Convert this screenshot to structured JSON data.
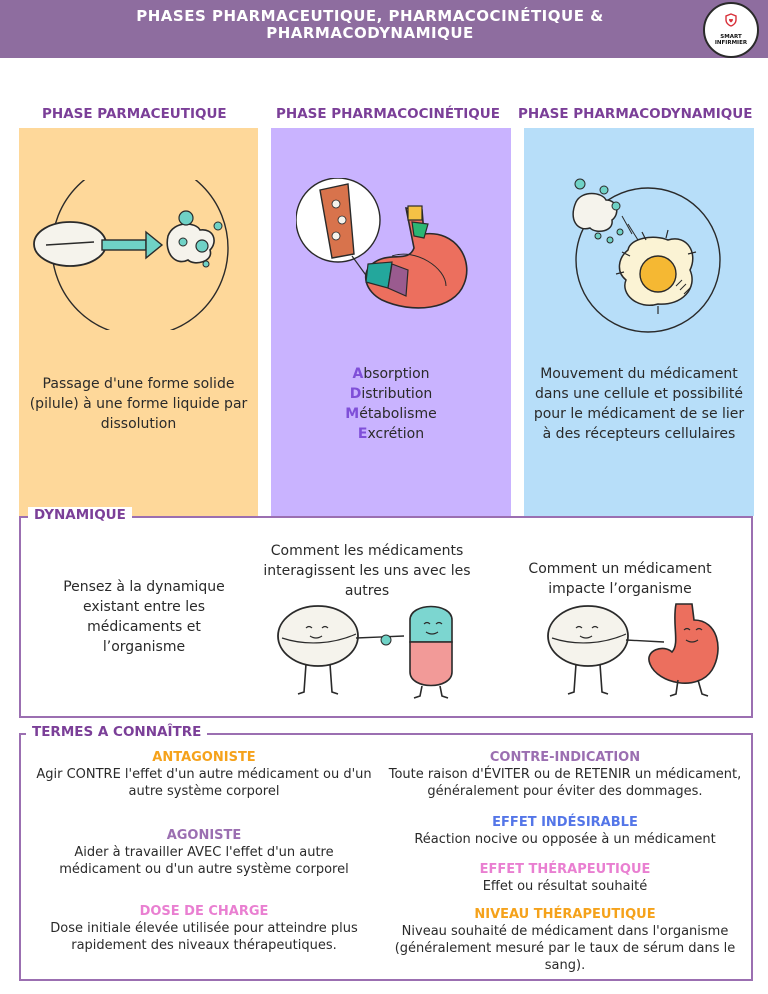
{
  "header": {
    "title": "Phases pharmaceutique, pharmacocinétique & pharmacodynamique",
    "logo_text": "SMART INFIRMIER"
  },
  "phases": [
    {
      "title": "PHASE PARMACEUTIQUE",
      "description": "Passage d'une forme solide (pilule) à une forme liquide par dissolution"
    },
    {
      "title": "PHASE PHARMACOCINÉTIQUE",
      "adme": [
        {
          "letter": "A",
          "rest": "bsorption"
        },
        {
          "letter": "D",
          "rest": "istribution"
        },
        {
          "letter": "M",
          "rest": "étabolisme"
        },
        {
          "letter": "E",
          "rest": "xcrétion"
        }
      ]
    },
    {
      "title": "PHASE PHARMACODYNAMIQUE",
      "description": "Mouvement du médicament dans une cellule et possibilité pour le médicament de se lier à des récepteurs cellulaires"
    }
  ],
  "dynamique": {
    "label": "DYNAMIQUE",
    "intro": "Pensez à la dynamique existant entre les médicaments et l’organisme",
    "interaction": "Comment les médicaments interagissent les uns avec les autres",
    "impact": "Comment un médicament impacte l’organisme"
  },
  "terms": {
    "label": "TERMES A CONNAÎTRE",
    "items": [
      {
        "title": "ANTAGONISTE",
        "desc": "Agir CONTRE l'effet d'un autre médicament ou d'un autre système corporel"
      },
      {
        "title": "AGONISTE",
        "desc": "Aider à travailler AVEC l'effet d'un autre médicament ou d'un autre système corporel"
      },
      {
        "title": "DOSE DE CHARGE",
        "desc": "Dose initiale élevée utilisée pour atteindre plus rapidement des niveaux thérapeutiques."
      },
      {
        "title": "CONTRE-INDICATION",
        "desc": "Toute raison d'ÉVITER ou de RETENIR un médicament, généralement pour éviter des dommages."
      },
      {
        "title": "EFFET INDÉSIRABLE",
        "desc": "Réaction nocive ou opposée à un médicament"
      },
      {
        "title": "EFFET THÉRAPEUTIQUE",
        "desc": "Effet ou résultat souhaité"
      },
      {
        "title": "NIVEAU THÉRAPEUTIQUE",
        "desc": "Niveau souhaité de médicament dans l'organisme (généralement mesuré par le taux de sérum dans le sang)."
      }
    ]
  },
  "colors": {
    "header": "#8e6d9f",
    "phase1": "#fed89a",
    "phase2": "#c9b3ff",
    "phase3": "#b7def9",
    "accent": "#7b3f98"
  }
}
